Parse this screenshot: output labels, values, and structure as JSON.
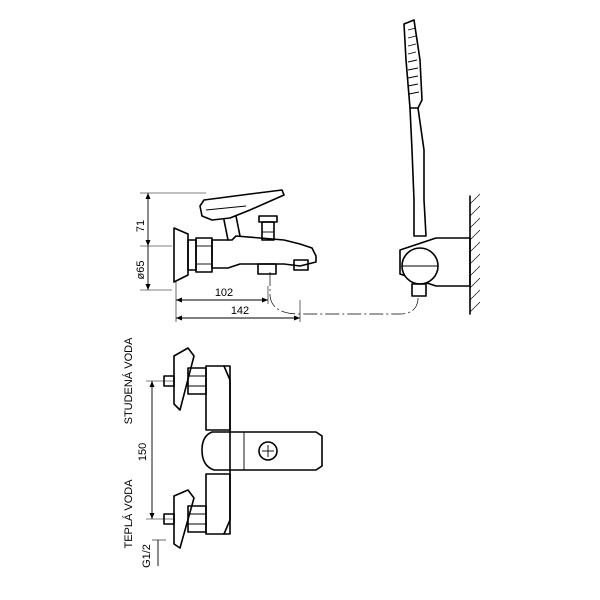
{
  "dimensions": {
    "height_71": "71",
    "diameter_65": "ø65",
    "length_102": "102",
    "length_142": "142",
    "spacing_150": "150",
    "thread_g12": "G1/2"
  },
  "labels": {
    "cold_water": "STUDENÁ VODA",
    "hot_water": "TEPLÁ VODA"
  }
}
